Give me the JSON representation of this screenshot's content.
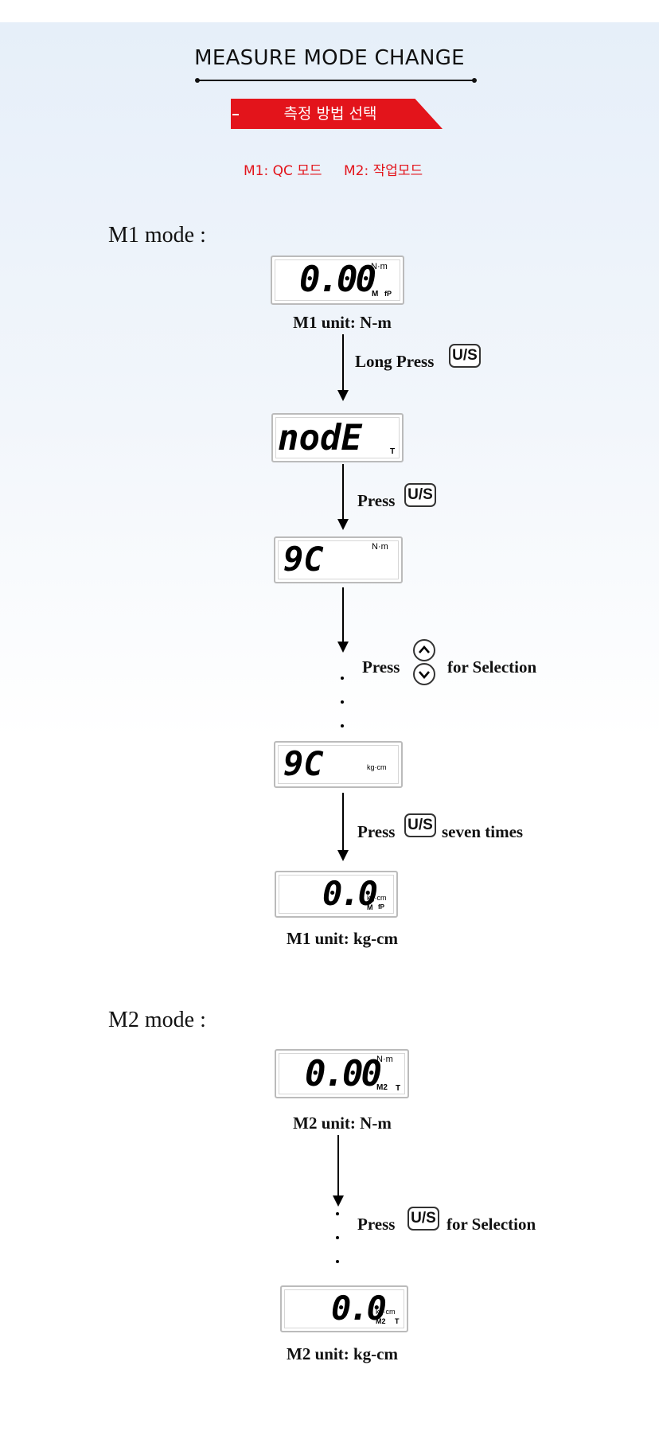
{
  "header": {
    "title": "MEASURE MODE CHANGE",
    "banner": "측정 방법 선택",
    "m1_desc": "M1: QC 모드",
    "m2_desc": "M2: 작업모드"
  },
  "m1": {
    "label": "M1 mode  :",
    "display1": {
      "value": "0.00",
      "unit": "N·m",
      "tag_m": "M",
      "tag_p": "fP"
    },
    "caption1": "M1 unit: N-m",
    "step1": {
      "text": "Long Press",
      "key": "U/S"
    },
    "display2": {
      "value": "nodE",
      "tag": "T"
    },
    "step2": {
      "text": "Press",
      "key": "U/S"
    },
    "display3": {
      "value": "9C",
      "unit": "N·m"
    },
    "step3": {
      "text": "Press",
      "tail": "for Selection"
    },
    "display4": {
      "value": "9C",
      "unit": "kg·cm"
    },
    "step4": {
      "text": "Press",
      "key": "U/S",
      "tail": "seven times"
    },
    "display5": {
      "value": "0.0",
      "unit": "kg·cm",
      "tag_m": "M",
      "tag_p": "fP"
    },
    "caption5": "M1 unit: kg-cm"
  },
  "m2": {
    "label": "M2 mode  :",
    "display1": {
      "value": "0.00",
      "unit": "N·m",
      "tag_m": "M2",
      "tag_t": "T"
    },
    "caption1": "M2 unit: N-m",
    "step1": {
      "text": "Press",
      "key": "U/S",
      "tail": "for Selection"
    },
    "display2": {
      "value": "0.0",
      "unit": "kg·cm",
      "tag_m": "M2",
      "tag_t": "T"
    },
    "caption2": "M2 unit: kg-cm"
  },
  "icons": [
    "up-arrow-button-icon",
    "down-arrow-button-icon",
    "down-arrow-icon"
  ]
}
